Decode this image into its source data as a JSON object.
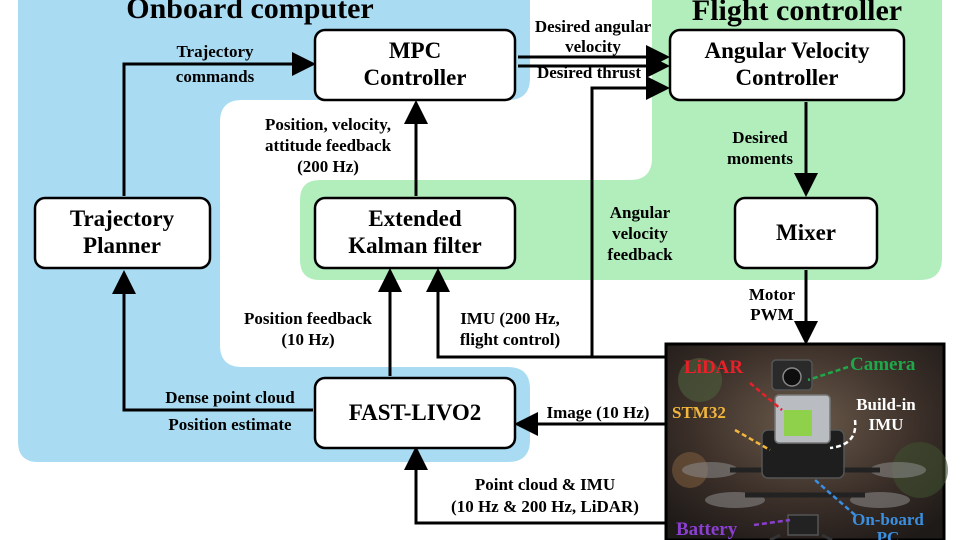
{
  "regions": {
    "onboard": {
      "title": "Onboard computer"
    },
    "flight": {
      "title": "Flight controller"
    }
  },
  "nodes": {
    "mpc": [
      "MPC",
      "Controller"
    ],
    "avc": [
      "Angular Velocity",
      "Controller"
    ],
    "planner": [
      "Trajectory",
      "Planner"
    ],
    "ekf": [
      "Extended",
      "Kalman filter"
    ],
    "mixer": [
      "Mixer"
    ],
    "livo": [
      "FAST-LIVO2"
    ]
  },
  "edge_labels": {
    "traj_cmds": [
      "Trajectory",
      "commands"
    ],
    "desired_ang_vel": [
      "Desired angular",
      "velocity"
    ],
    "desired_thrust": [
      "Desired thrust"
    ],
    "pva_feedback": [
      "Position, velocity,",
      "attitude feedback",
      "(200 Hz)"
    ],
    "desired_moments": [
      "Desired",
      "moments"
    ],
    "ang_vel_feedback": [
      "Angular",
      "velocity",
      "feedback"
    ],
    "motor_pwm": [
      "Motor",
      "PWM"
    ],
    "pos_feedback": [
      "Position feedback",
      "(10 Hz)"
    ],
    "imu": [
      "IMU (200 Hz,",
      "flight control)"
    ],
    "dense_cloud": [
      "Dense point cloud"
    ],
    "pos_estimate": [
      "Position estimate"
    ],
    "image": [
      "Image (10 Hz)"
    ],
    "pointcloud_imu": [
      "Point cloud & IMU",
      "(10 Hz & 200 Hz, LiDAR)"
    ]
  },
  "photo_labels": {
    "lidar": {
      "text": "LiDAR",
      "color": "#e8202a"
    },
    "camera": {
      "text": "Camera",
      "color": "#1fa84a"
    },
    "stm32": {
      "text": "STM32",
      "color": "#f2b63c"
    },
    "imu": [
      "Build-in",
      "IMU"
    ],
    "onboard_pc": {
      "lines": [
        "On-board",
        "PC"
      ],
      "color": "#3a8fe0"
    },
    "battery": {
      "text": "Battery",
      "color": "#8a3fd0"
    }
  },
  "colors": {
    "onboard_bg": "#a9dcf2",
    "flight_bg": "#b2eebc",
    "box_border": "#000000",
    "arrow": "#000000"
  }
}
